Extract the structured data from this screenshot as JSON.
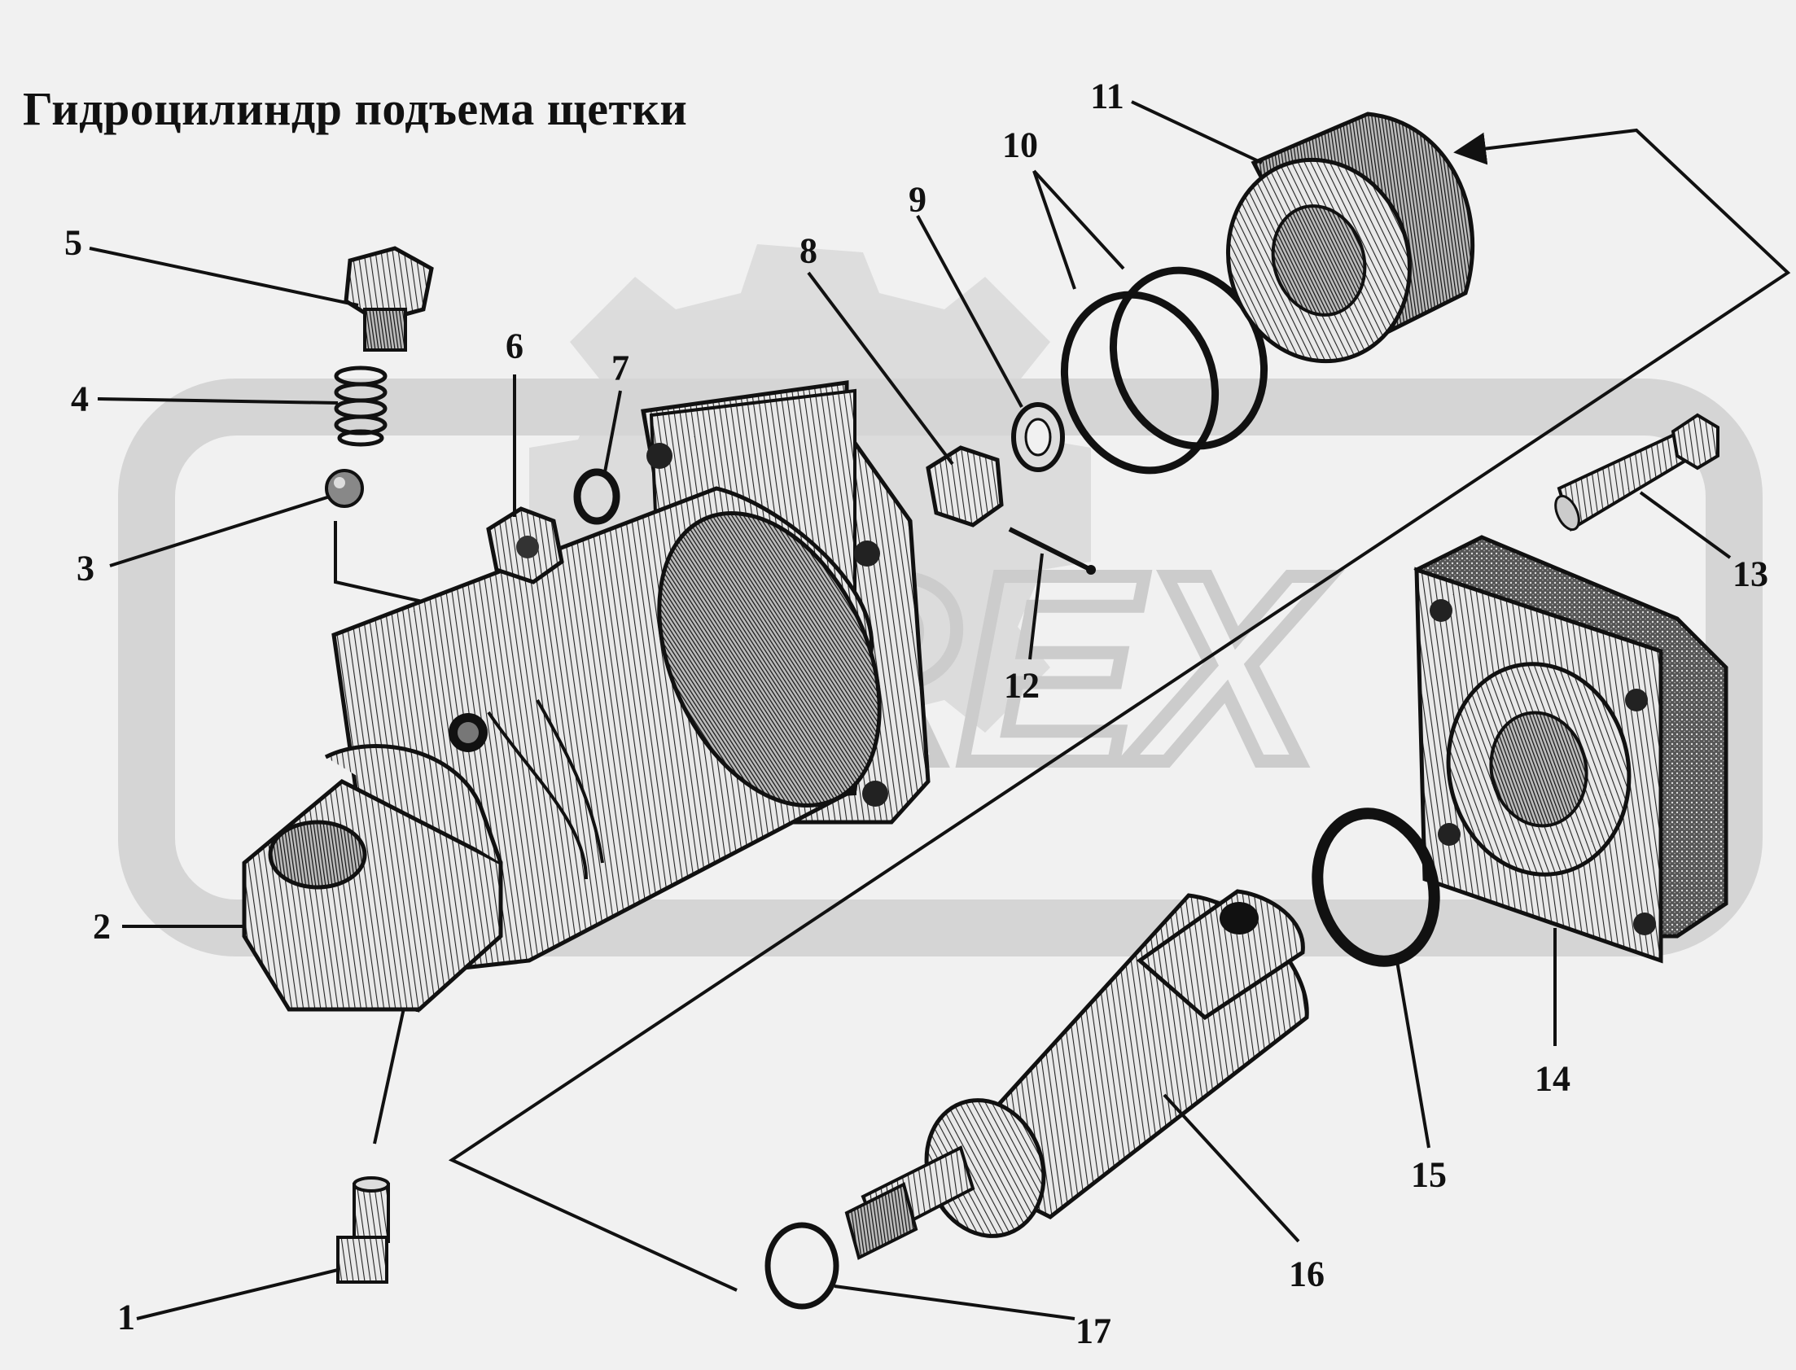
{
  "title": "Гидроцилиндр подъема щетки",
  "watermark": "OREX",
  "callouts": [
    "1",
    "2",
    "3",
    "4",
    "5",
    "6",
    "7",
    "8",
    "9",
    "10",
    "11",
    "12",
    "13",
    "14",
    "15",
    "16",
    "17"
  ],
  "colors": {
    "ink": "#111111",
    "paper": "#f1f1f1",
    "watermark": "#cfcfcf"
  }
}
